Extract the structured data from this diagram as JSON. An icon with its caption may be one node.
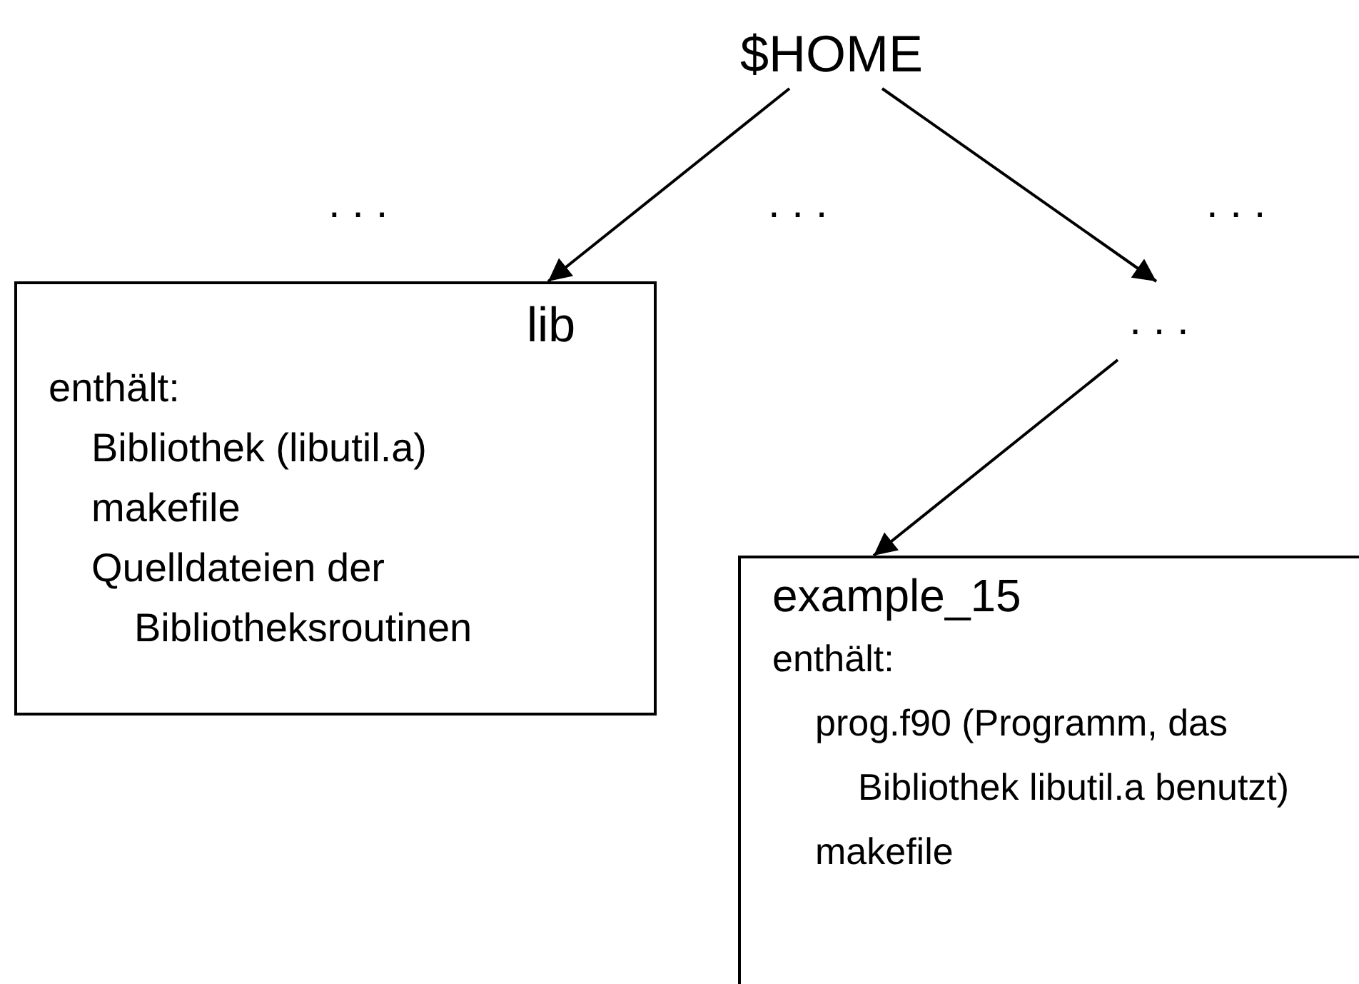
{
  "diagram": {
    "nodes": [
      {
        "text": [
          "$HOME"
        ]
      },
      {
        "text": [
          "lib",
          "enthält:",
          "Bibliothek (libutil.a)",
          "makefile",
          "Quelldateien der Bibliotheksroutinen"
        ]
      },
      {
        "text": [
          ". . ."
        ]
      },
      {
        "text": [
          "example_15",
          "enthält:",
          "prog.f90 (Programm, das Bibliothek libutil.a benutzt)",
          "makefile"
        ]
      }
    ],
    "edges": [
      {
        "from": 0,
        "to": 1,
        "arrow": "to"
      },
      {
        "from": 0,
        "to": 2,
        "arrow": "to"
      },
      {
        "from": 2,
        "to": 3,
        "arrow": "to"
      }
    ],
    "labels": [
      ". . .",
      ". . .",
      ". . ."
    ]
  }
}
